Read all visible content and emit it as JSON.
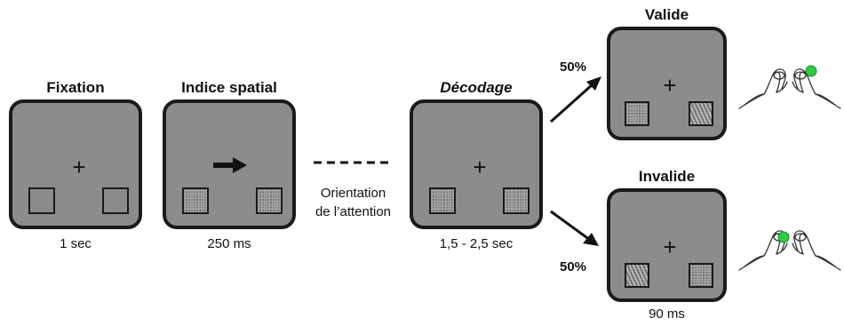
{
  "stages": {
    "fixation": {
      "title": "Fixation",
      "duration": "1 sec"
    },
    "cue": {
      "title": "Indice spatial",
      "duration": "250 ms"
    },
    "orientation": {
      "line1": "Orientation",
      "line2": "de l’attention"
    },
    "decoding": {
      "title": "Décodage",
      "duration": "1,5 - 2,5 sec"
    },
    "valid": {
      "title": "Valide",
      "percent": "50%"
    },
    "invalid": {
      "title": "Invalide",
      "percent": "50%",
      "duration": "90 ms"
    }
  },
  "symbols": {
    "fixation_cross": "+"
  },
  "icons": {
    "cue_arrow": "right-arrow-icon",
    "response_hands": "hands-pressing-buttons-icon",
    "response_button": "green-button-icon"
  },
  "colors": {
    "screen_gray": "#8c8c8c",
    "border": "#1a1a1a",
    "response_green": "#2ecc40"
  }
}
